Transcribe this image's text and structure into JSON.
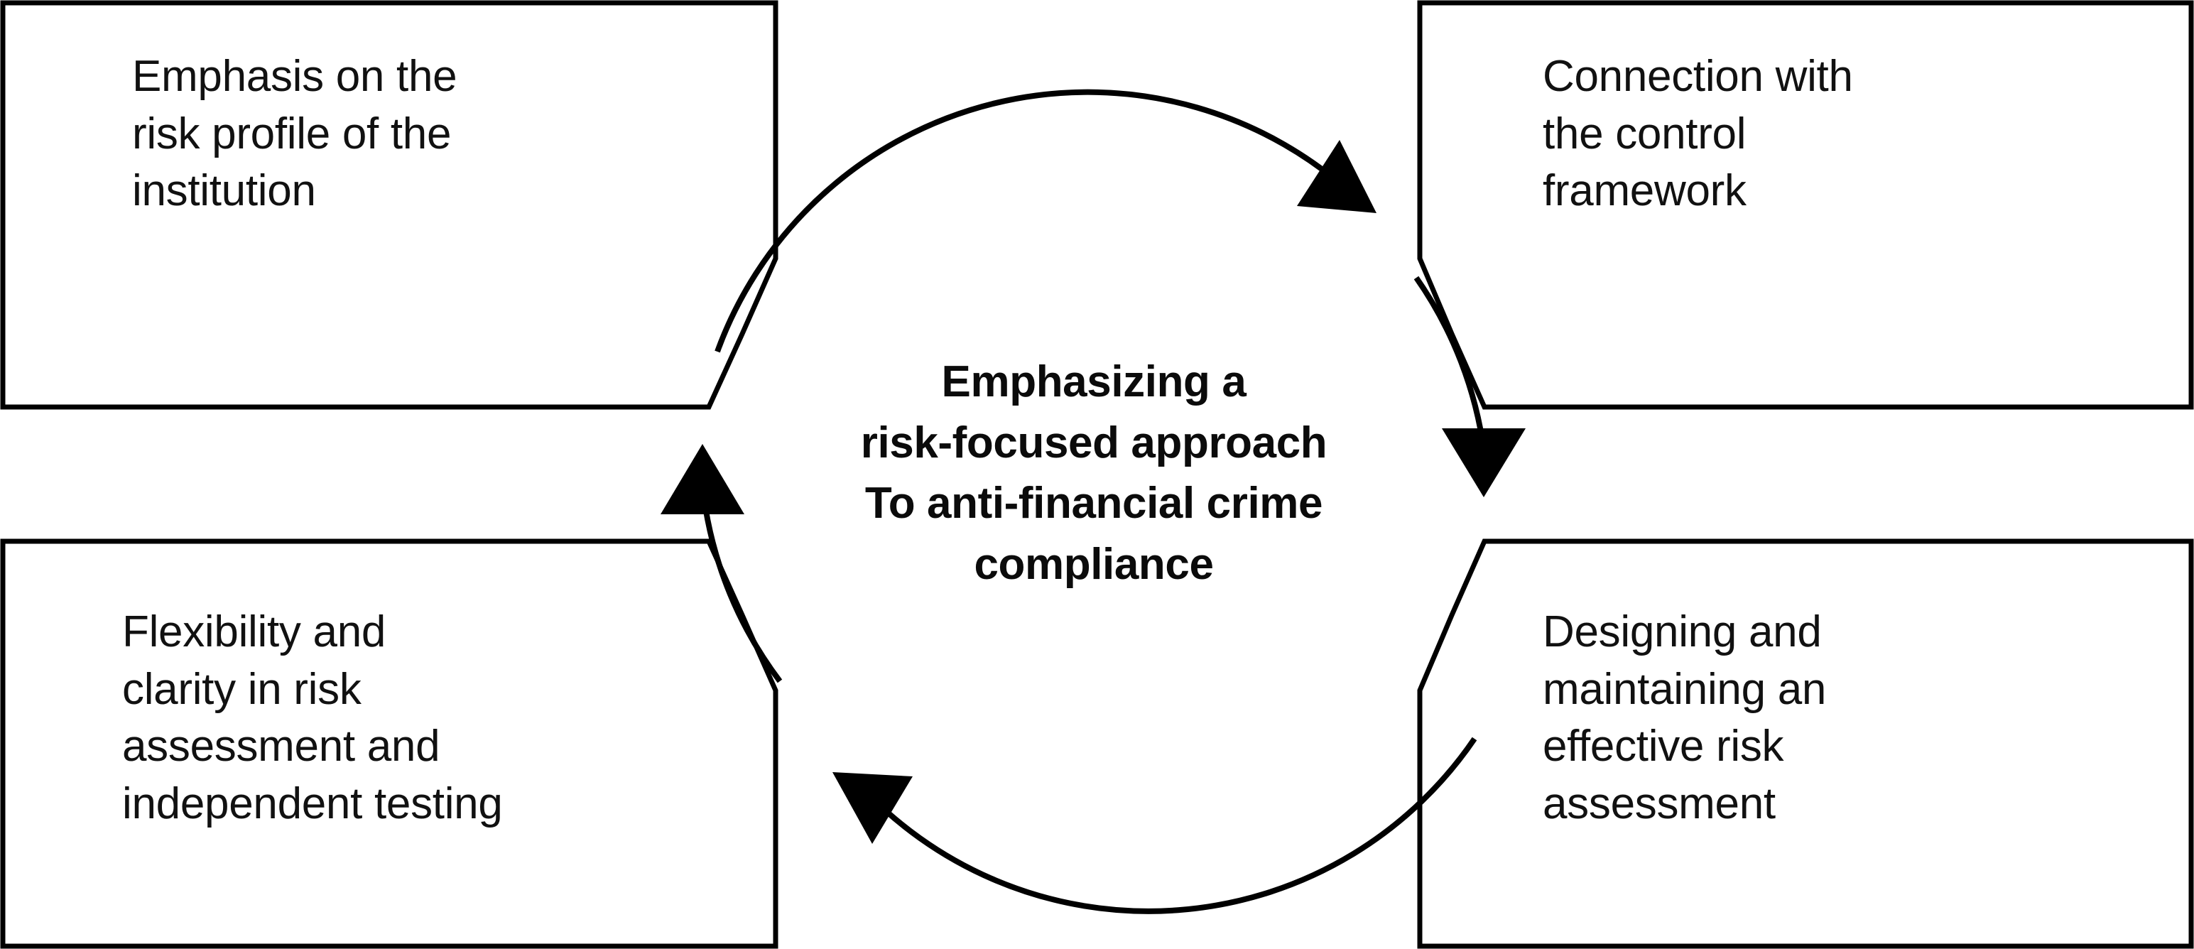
{
  "diagram": {
    "type": "cycle",
    "title": "Emphasizing a risk-focused approach To anti-financial crime compliance",
    "center": {
      "text": "Emphasizing a\nrisk-focused approach\nTo anti-financial crime\ncompliance",
      "lines": [
        "Emphasizing a",
        "risk-focused approach",
        "To anti-financial crime",
        "compliance"
      ],
      "bold": true
    },
    "colors": {
      "stroke": "#000000",
      "text": "#111111",
      "background": "#ffffff",
      "arrow_fill": "#000000"
    },
    "flow_direction": "clockwise",
    "arrow_count": 4,
    "nodes": [
      {
        "id": "top-left",
        "position": "top-left",
        "text": "Emphasis on the\nrisk profile of the\ninstitution",
        "lines": [
          "Emphasis on the",
          "risk profile of the",
          "institution"
        ]
      },
      {
        "id": "top-right",
        "position": "top-right",
        "text": "Connection with\nthe control\nframework",
        "lines": [
          "Connection with",
          "the control",
          "framework"
        ]
      },
      {
        "id": "bottom-right",
        "position": "bottom-right",
        "text": "Designing and\nmaintaining an\neffective risk\nassessment",
        "lines": [
          "Designing and",
          "maintaining an",
          "effective risk",
          "assessment"
        ]
      },
      {
        "id": "bottom-left",
        "position": "bottom-left",
        "text": "Flexibility and\nclarity in risk\nassessment and\nindependent testing",
        "lines": [
          "Flexibility and",
          "clarity in risk",
          "assessment and",
          "independent testing"
        ]
      }
    ],
    "arrows": [
      {
        "id": "arrow-top",
        "from": "top-left",
        "to": "top-right",
        "icon": "arrowhead-icon",
        "direction": "down-right"
      },
      {
        "id": "arrow-right",
        "from": "top-right",
        "to": "bottom-right",
        "icon": "arrowhead-icon",
        "direction": "down"
      },
      {
        "id": "arrow-bottom",
        "from": "bottom-right",
        "to": "bottom-left",
        "icon": "arrowhead-icon",
        "direction": "up-left"
      },
      {
        "id": "arrow-left",
        "from": "bottom-left",
        "to": "top-left",
        "icon": "arrowhead-icon",
        "direction": "up"
      }
    ]
  }
}
